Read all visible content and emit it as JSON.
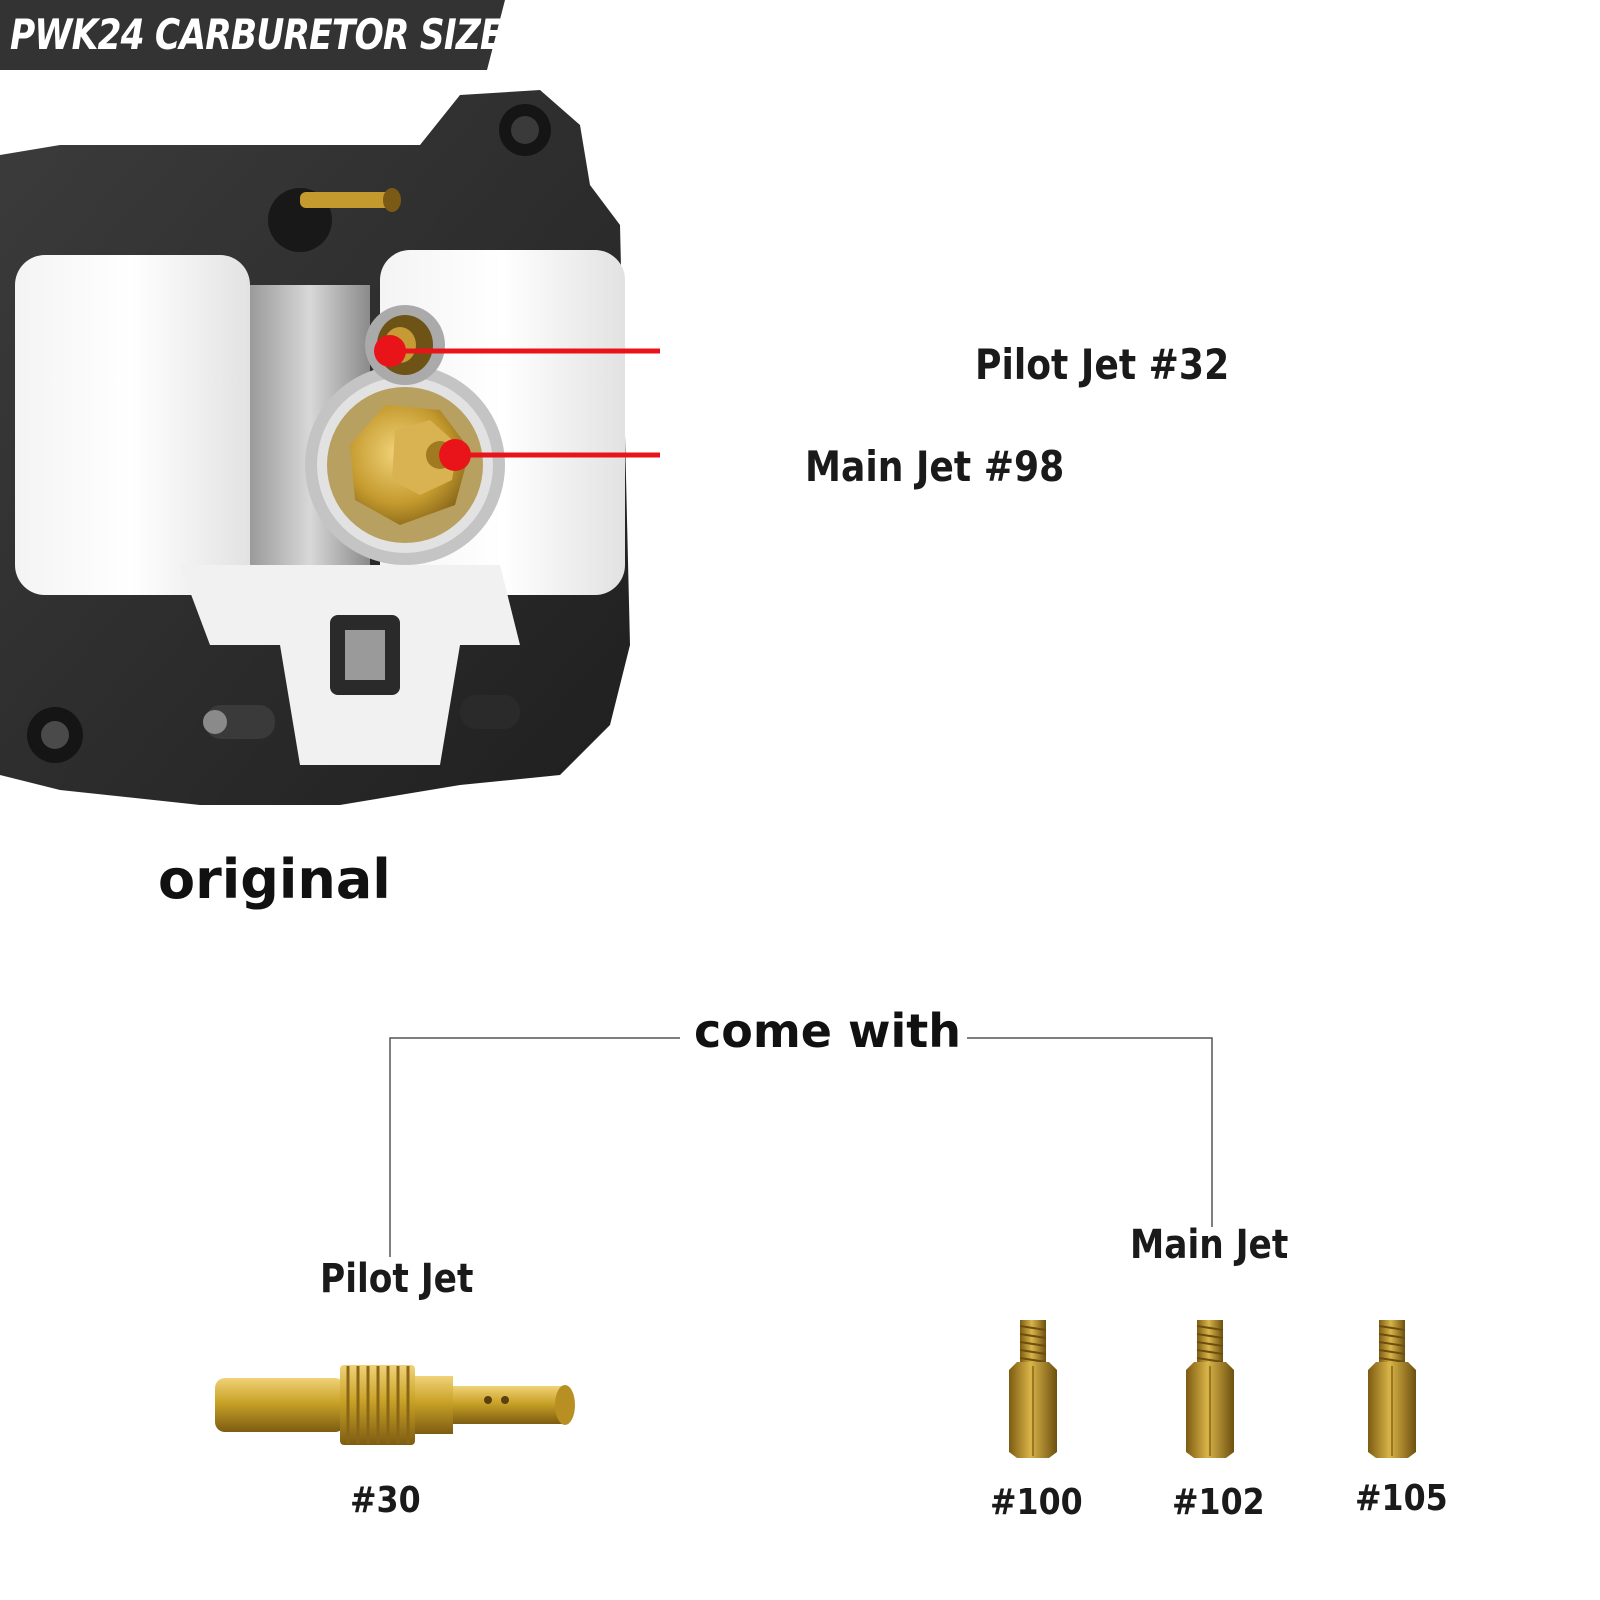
{
  "header": {
    "title": "PWK24 CARBURETOR SIZE",
    "bg_color": "#333333"
  },
  "carburetor": {
    "callouts": [
      {
        "name": "pilot",
        "label": "Pilot Jet #32"
      },
      {
        "name": "main",
        "label": "Main Jet #98"
      }
    ],
    "callout_color": "#e8141a",
    "caption": "original"
  },
  "included": {
    "heading": "come with",
    "pilot_group": {
      "label": "Pilot Jet",
      "sizes": [
        "#30"
      ]
    },
    "main_group": {
      "label": "Main Jet",
      "sizes": [
        "#100",
        "#102",
        "#105"
      ]
    },
    "brass_color": "#c9a227"
  }
}
